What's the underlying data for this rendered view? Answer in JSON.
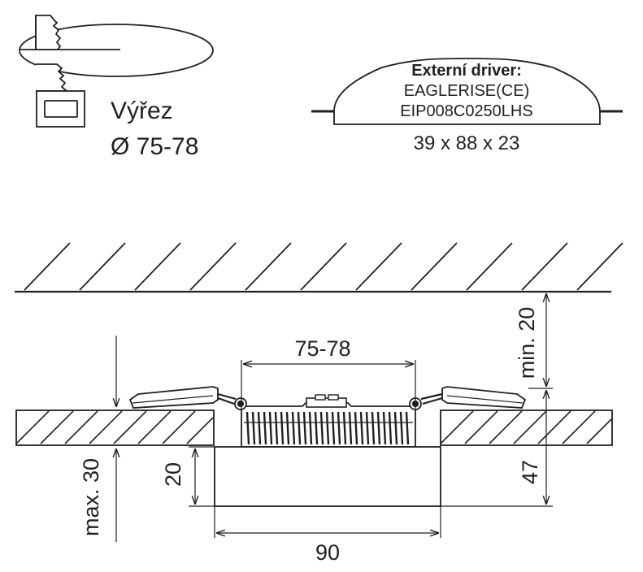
{
  "cutout": {
    "label": "Výřez",
    "diameter": "Ø 75-78"
  },
  "driver": {
    "title": "Externí driver:",
    "brand": "EAGLERISE(CE)",
    "model": "EIP008C0250LHS",
    "dimensions": "39 x 88 x 23"
  },
  "dimensions": {
    "cutout_width": "75-78",
    "min_clearance": "min. 20",
    "total_height": "47",
    "bezel_height": "20",
    "max_ceiling": "max. 30",
    "bezel_width": "90"
  },
  "colors": {
    "stroke": "#231f20",
    "fill": "#ffffff"
  }
}
